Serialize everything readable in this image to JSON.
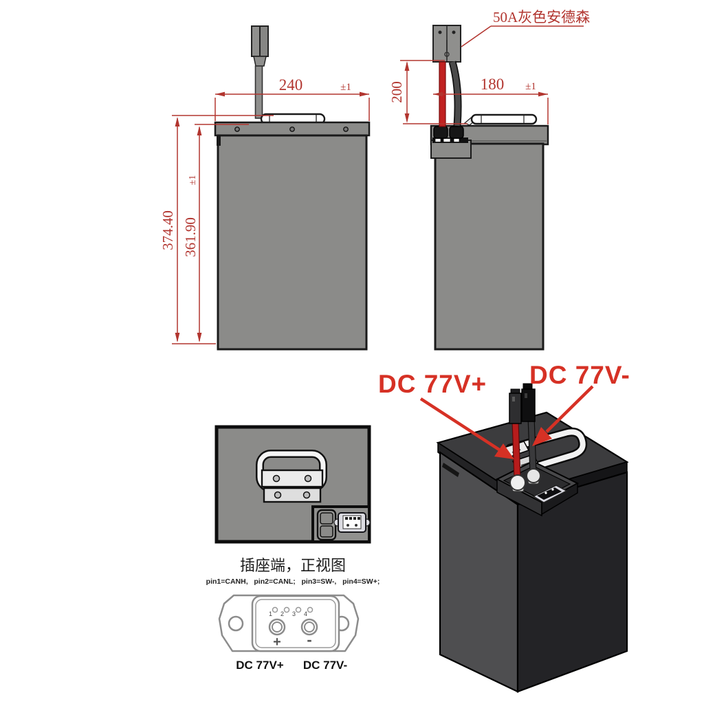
{
  "drawing": {
    "front_view": {
      "width_dim": "240",
      "width_tol": "±1",
      "height_outer": "374.40",
      "height_inner": "361.90",
      "height_inner_tol": "±1"
    },
    "side_view": {
      "width_dim": "180",
      "width_tol": "±1",
      "cable_height_dim": "200",
      "connector_label": "50A灰色安德森"
    },
    "socket_panel": {
      "title": "插座端，正视图",
      "pin_map": "pin1=CANH,   pin2=CANL;   pin3=SW-,   pin4=SW+;",
      "pin_numbers": [
        "1",
        "2",
        "3",
        "4"
      ],
      "plus_mark": "+",
      "minus_mark": "-",
      "dc_plus": "DC 77V+",
      "dc_minus": "DC 77V-"
    },
    "iso_view": {
      "dc_plus": "DC 77V+",
      "dc_minus": "DC 77V-"
    }
  },
  "colors": {
    "dimension_red": "#b2352f",
    "callout_red": "#d63125",
    "body_gray": "#8b8b89",
    "outline_dark": "#1a1a1a"
  }
}
